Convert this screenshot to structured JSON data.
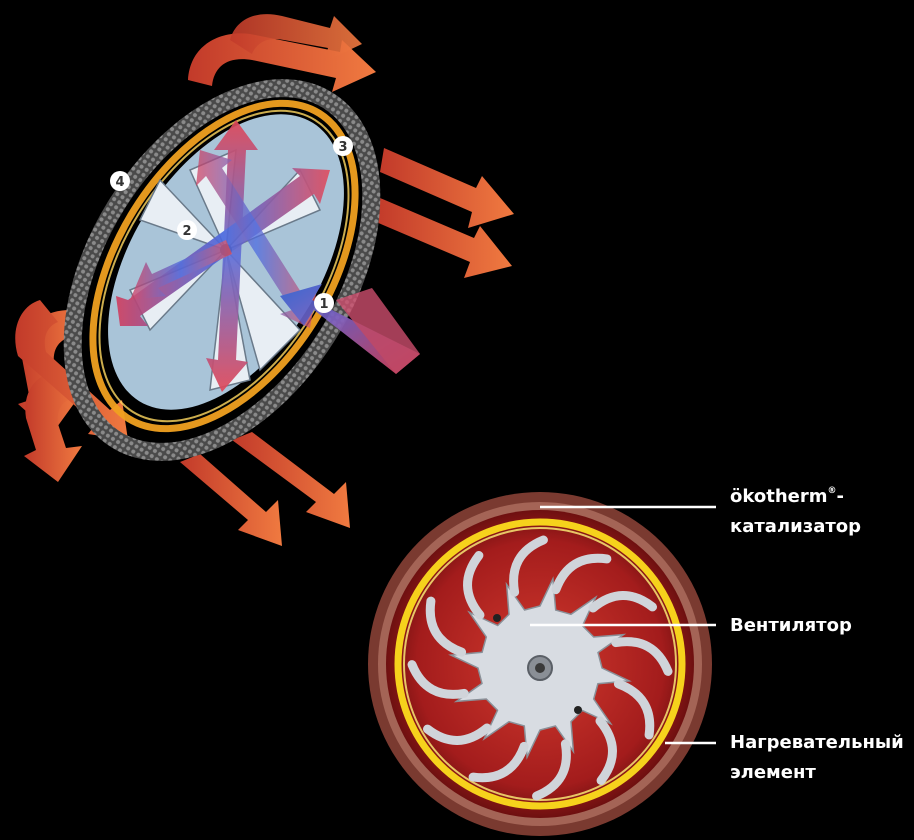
{
  "labels": {
    "catalyst_line1": "ökotherm",
    "catalyst_reg": "®",
    "catalyst_dash": "-",
    "catalyst_line2": "катализатор",
    "fan": "Вентилятор",
    "heater_line1": "Нагревательный",
    "heater_line2": "элемент"
  },
  "markers": [
    "1",
    "2",
    "3",
    "4"
  ],
  "colors": {
    "background": "#000000",
    "heat_arrow": "#e05a2a",
    "ring_glow": "#f0c020",
    "chamber_red": "#b02020",
    "fan_metal": "#c8ccd2",
    "leader_line": "#ffffff"
  }
}
